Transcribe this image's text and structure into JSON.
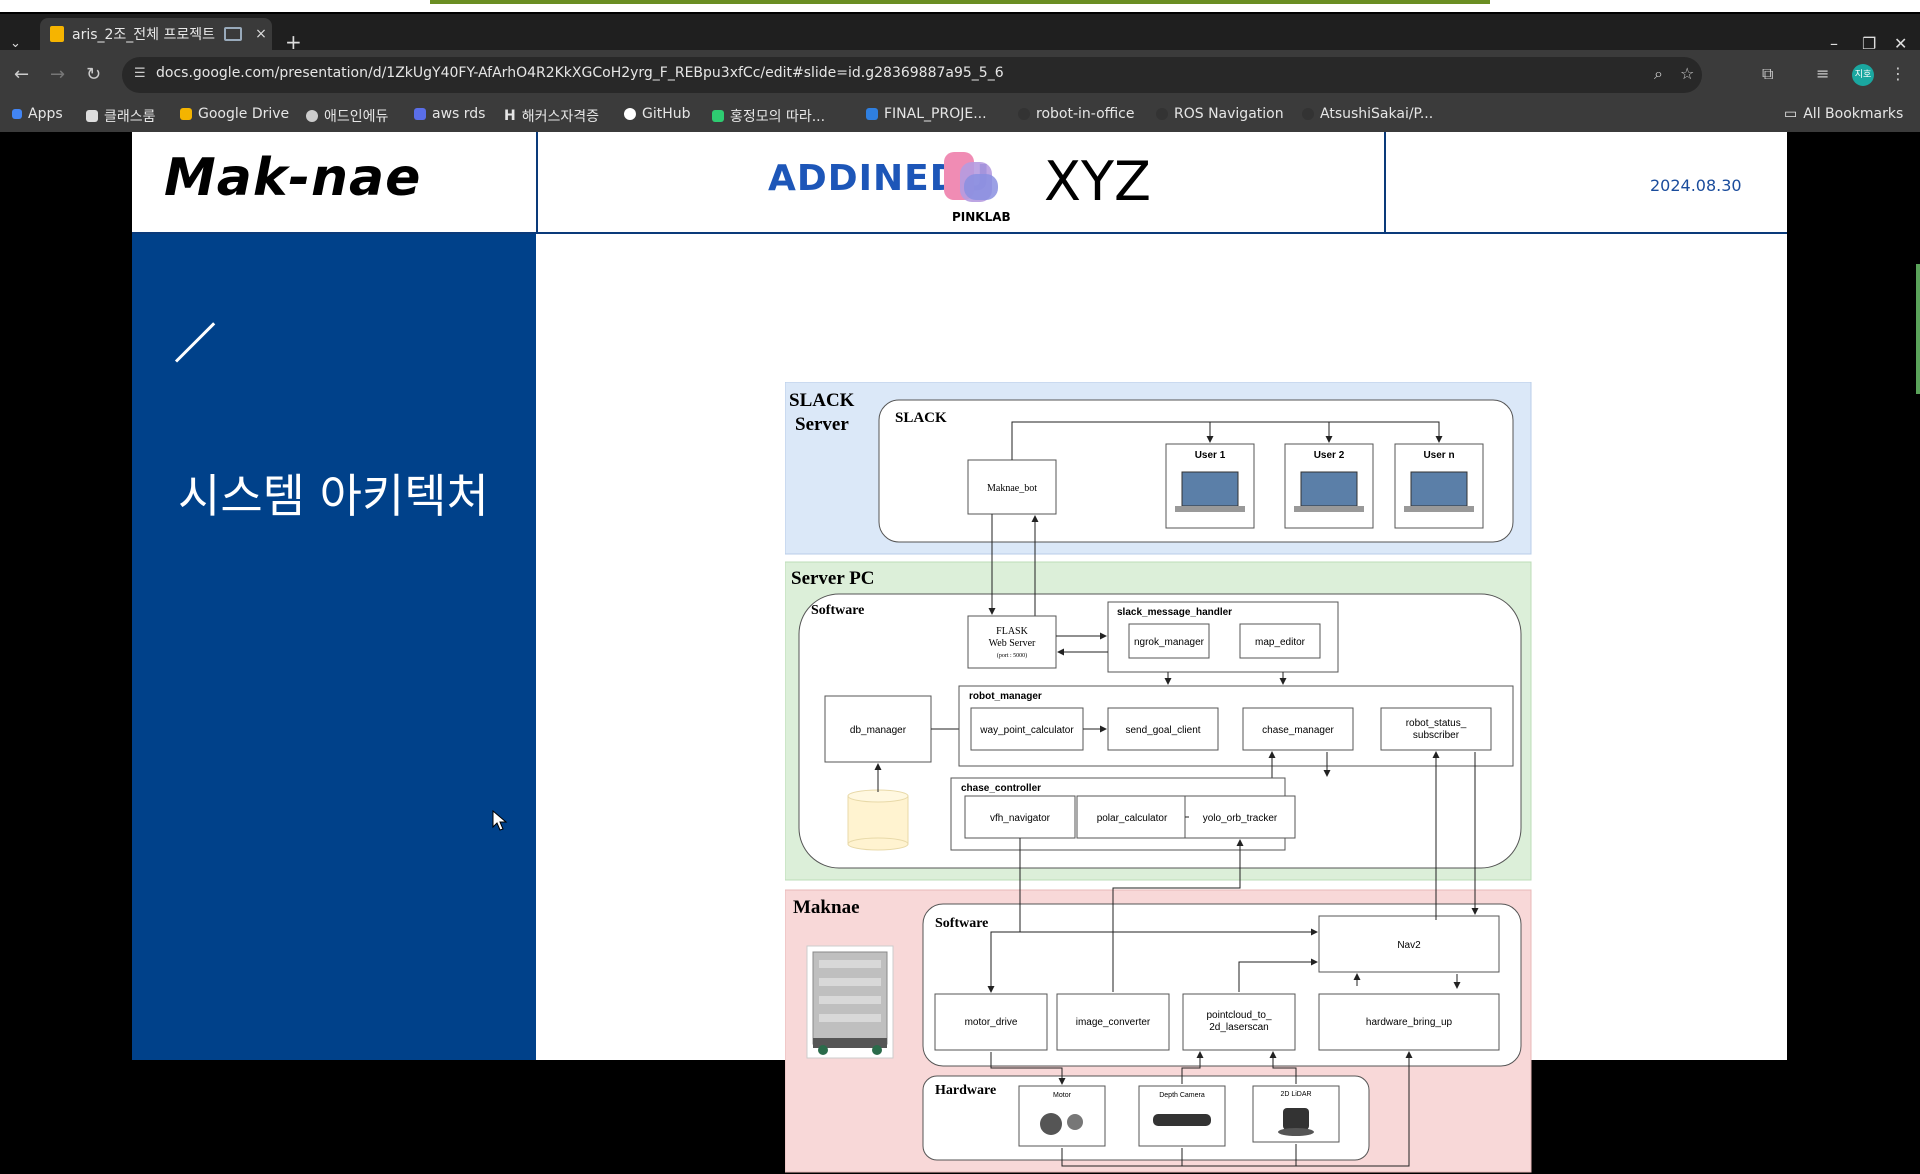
{
  "browser": {
    "tab_title": "aris_2조_전체 프로젝트",
    "tab_close": "×",
    "new_tab": "+",
    "tab_dropdown": "⌄",
    "url": "docs.google.com/presentation/d/1ZkUgY40FY-AfArhO4R2KkXGCoH2yrg_F_REBpu3xfCc/edit#slide=id.g28369887a95_5_6",
    "avatar_text": "지호",
    "bookmarks": [
      "Apps",
      "클래스룸",
      "Google Drive",
      "애드인에듀",
      "aws rds",
      "해커스자격증",
      "GitHub",
      "홍정모의 따라...",
      "FINAL_PROJE...",
      "robot-in-office",
      "ROS Navigation",
      "AtsushiSakai/P..."
    ],
    "all_bookmarks": "All Bookmarks"
  },
  "slide": {
    "title": "Mak-nae",
    "brand_addinedu": "ADDINEDU",
    "brand_pinklab": "PINKLAB",
    "brand_xyz": "XYZ",
    "date": "2024.08.30",
    "section_title": "시스템 아키텍처"
  },
  "diagram": {
    "slack_server": {
      "title_line1": "SLACK",
      "title_line2": "Server",
      "inner": "SLACK",
      "bot": "Maknae_bot",
      "users": [
        "User 1",
        "User 2",
        "User n"
      ]
    },
    "server_pc": {
      "title": "Server PC",
      "software": "Software",
      "flask_line1": "FLASK",
      "flask_line2": "Web Server",
      "flask_line3": "(port : 5000)",
      "slack_handler": "slack_message_handler",
      "ngrok": "ngrok_manager",
      "map_editor": "map_editor",
      "db_manager": "db_manager",
      "robot_manager": "robot_manager",
      "way_point": "way_point_calculator",
      "send_goal": "send_goal_client",
      "chase_manager": "chase_manager",
      "status_sub_line1": "robot_status_",
      "status_sub_line2": "subscriber",
      "chase_controller": "chase_controller",
      "vfh": "vfh_navigator",
      "polar": "polar_calculator",
      "yolo": "yolo_orb_tracker"
    },
    "maknae": {
      "title": "Maknae",
      "software": "Software",
      "nav2": "Nav2",
      "motor_drive": "motor_drive",
      "image_converter": "image_converter",
      "pc2ls_line1": "pointcloud_to_",
      "pc2ls_line2": "2d_laserscan",
      "hw_bringup": "hardware_bring_up",
      "hardware": "Hardware",
      "motor": "Motor",
      "depth": "Depth Camera",
      "lidar": "2D LiDAR"
    }
  },
  "colors": {
    "slack_bg": "#dbe8f8",
    "server_bg": "#dcefd9",
    "maknae_bg": "#f8d8d8",
    "sidebar": "#00418a"
  }
}
